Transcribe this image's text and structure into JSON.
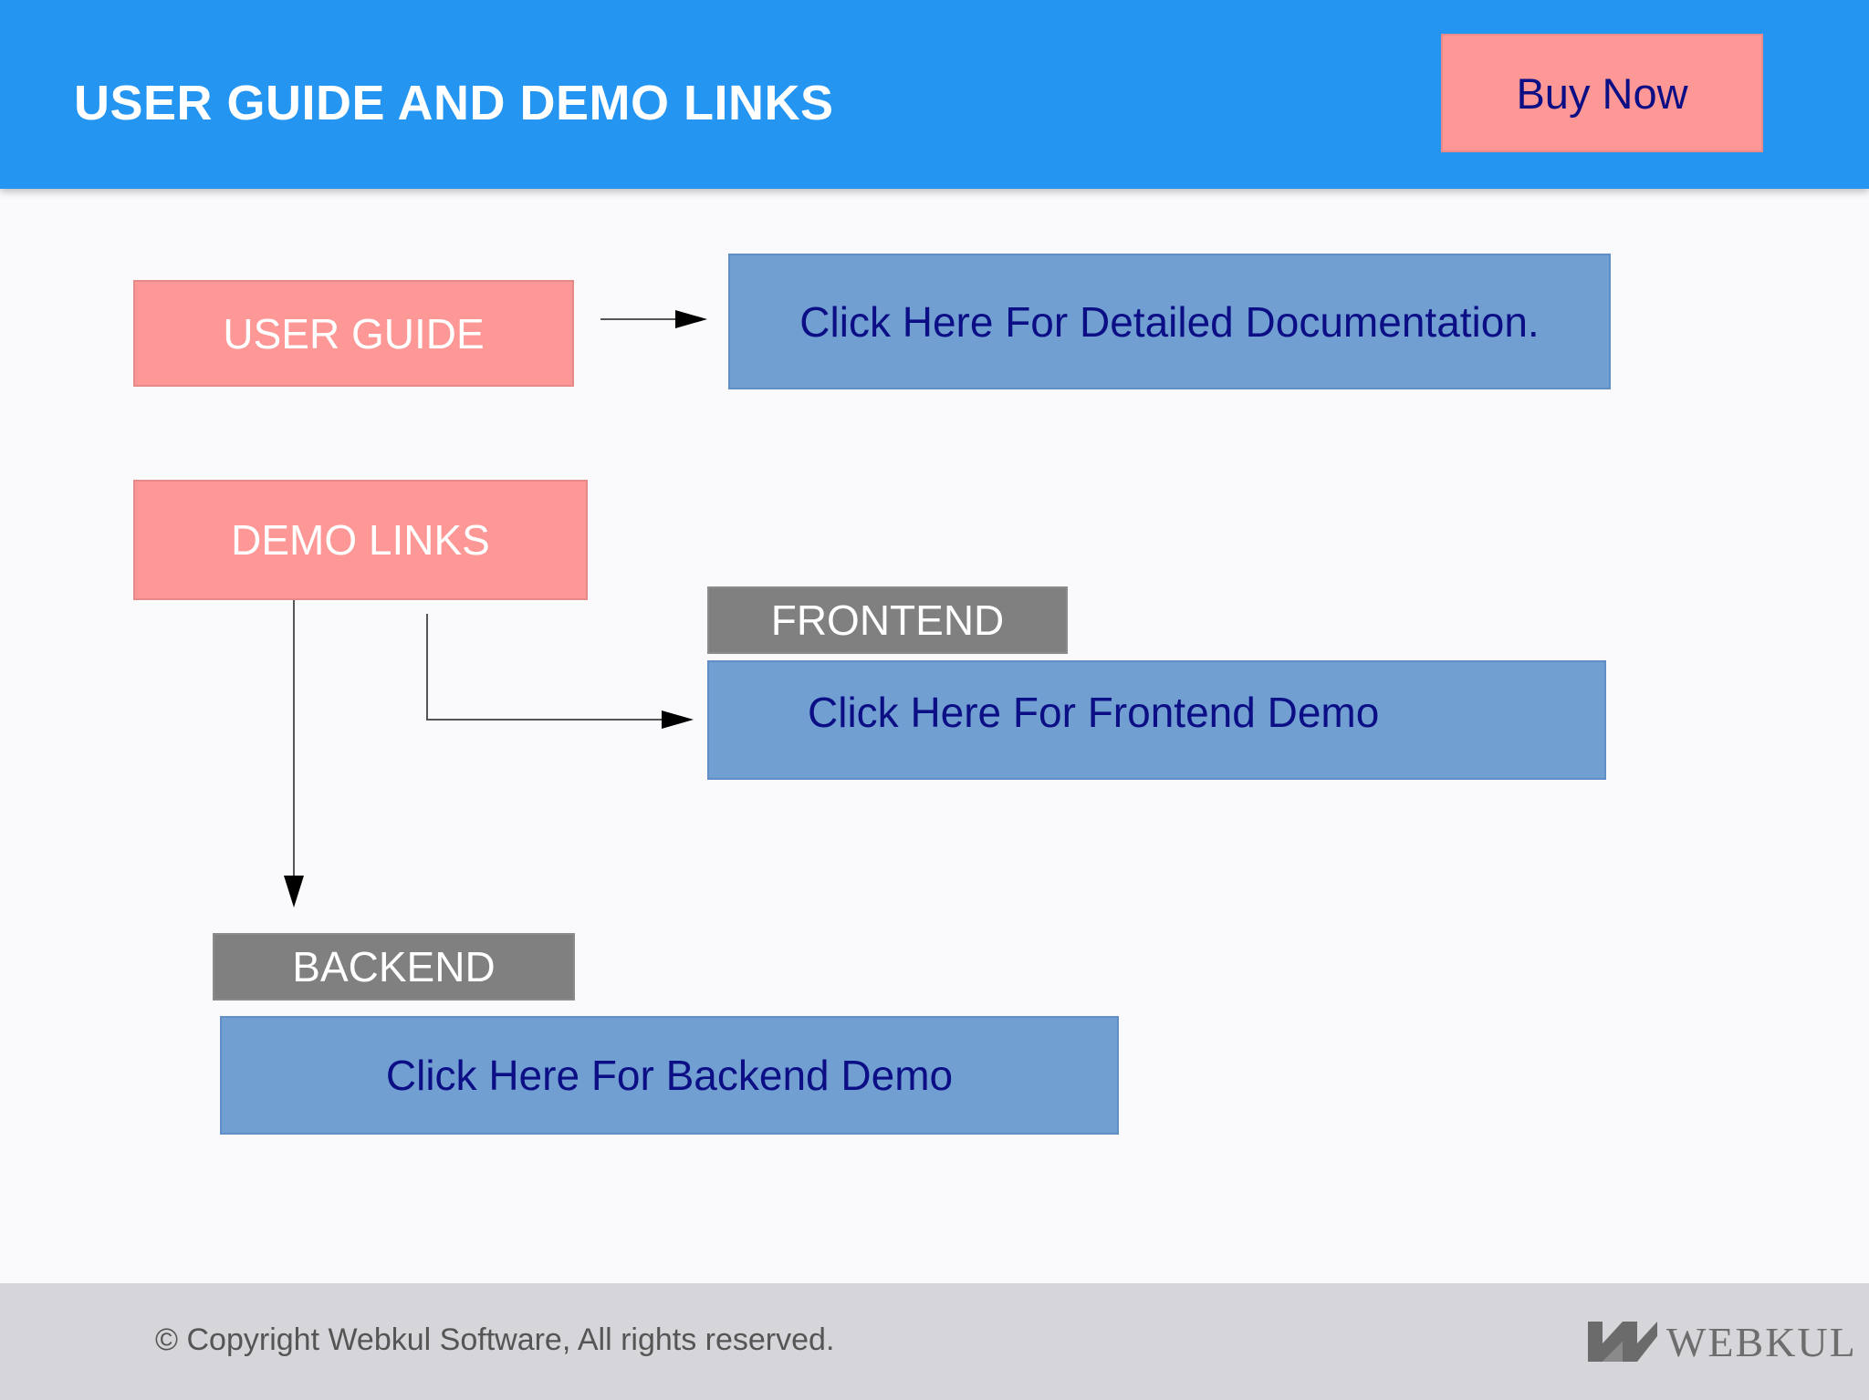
{
  "header": {
    "title": "USER GUIDE AND DEMO LINKS",
    "buy_now_label": "Buy Now",
    "background_color": "#2496f2",
    "buy_now_color": "#fe9896"
  },
  "diagram": {
    "user_guide_label": "USER GUIDE",
    "documentation_link": "Click Here For Detailed Documentation.",
    "demo_links_label": "DEMO LINKS",
    "frontend_label": "FRONTEND",
    "frontend_link": "Click Here For Frontend Demo",
    "backend_label": "BACKEND",
    "backend_link": "Click Here For Backend Demo",
    "section_color": "#fe9896",
    "link_color": "#729fd2",
    "tag_color": "#808080"
  },
  "footer": {
    "copyright": "© Copyright Webkul Software, All rights reserved.",
    "logo_text": "WEBKUL",
    "logo_icon": "webkul-logo-icon"
  }
}
